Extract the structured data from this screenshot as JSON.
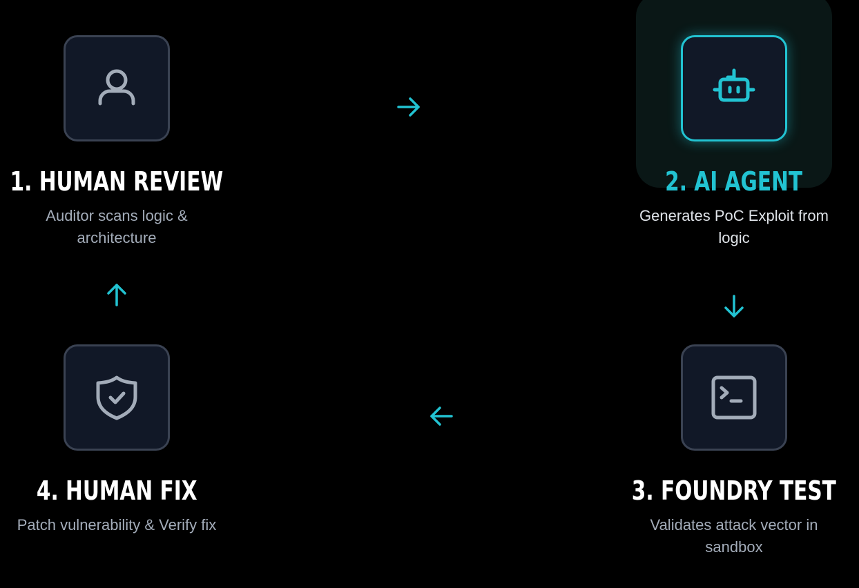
{
  "steps": [
    {
      "title": "1. HUMAN REVIEW",
      "description": "Auditor scans logic & architecture",
      "icon": "user-icon"
    },
    {
      "title": "2. AI AGENT",
      "description": "Generates PoC Exploit from logic",
      "icon": "bot-icon",
      "active": true
    },
    {
      "title": "3. FOUNDRY TEST",
      "description": "Validates attack vector in sandbox",
      "icon": "terminal-icon"
    },
    {
      "title": "4. HUMAN FIX",
      "description": "Patch vulnerability & Verify fix",
      "icon": "shield-check-icon"
    }
  ],
  "colors": {
    "accent": "#22c3d2",
    "box_border": "#3a4252",
    "box_fill": "#111827",
    "title": "#ffffff",
    "description": "#a3acb9",
    "icon": "#a3acb9",
    "background": "#000000"
  },
  "arrows": [
    {
      "icon": "arrow-right-icon",
      "from": "1. HUMAN REVIEW",
      "to": "2. AI AGENT"
    },
    {
      "icon": "arrow-down-icon",
      "from": "2. AI AGENT",
      "to": "3. FOUNDRY TEST"
    },
    {
      "icon": "arrow-left-icon",
      "from": "3. FOUNDRY TEST",
      "to": "4. HUMAN FIX"
    },
    {
      "icon": "arrow-up-icon",
      "from": "4. HUMAN FIX",
      "to": "1. HUMAN REVIEW"
    }
  ]
}
